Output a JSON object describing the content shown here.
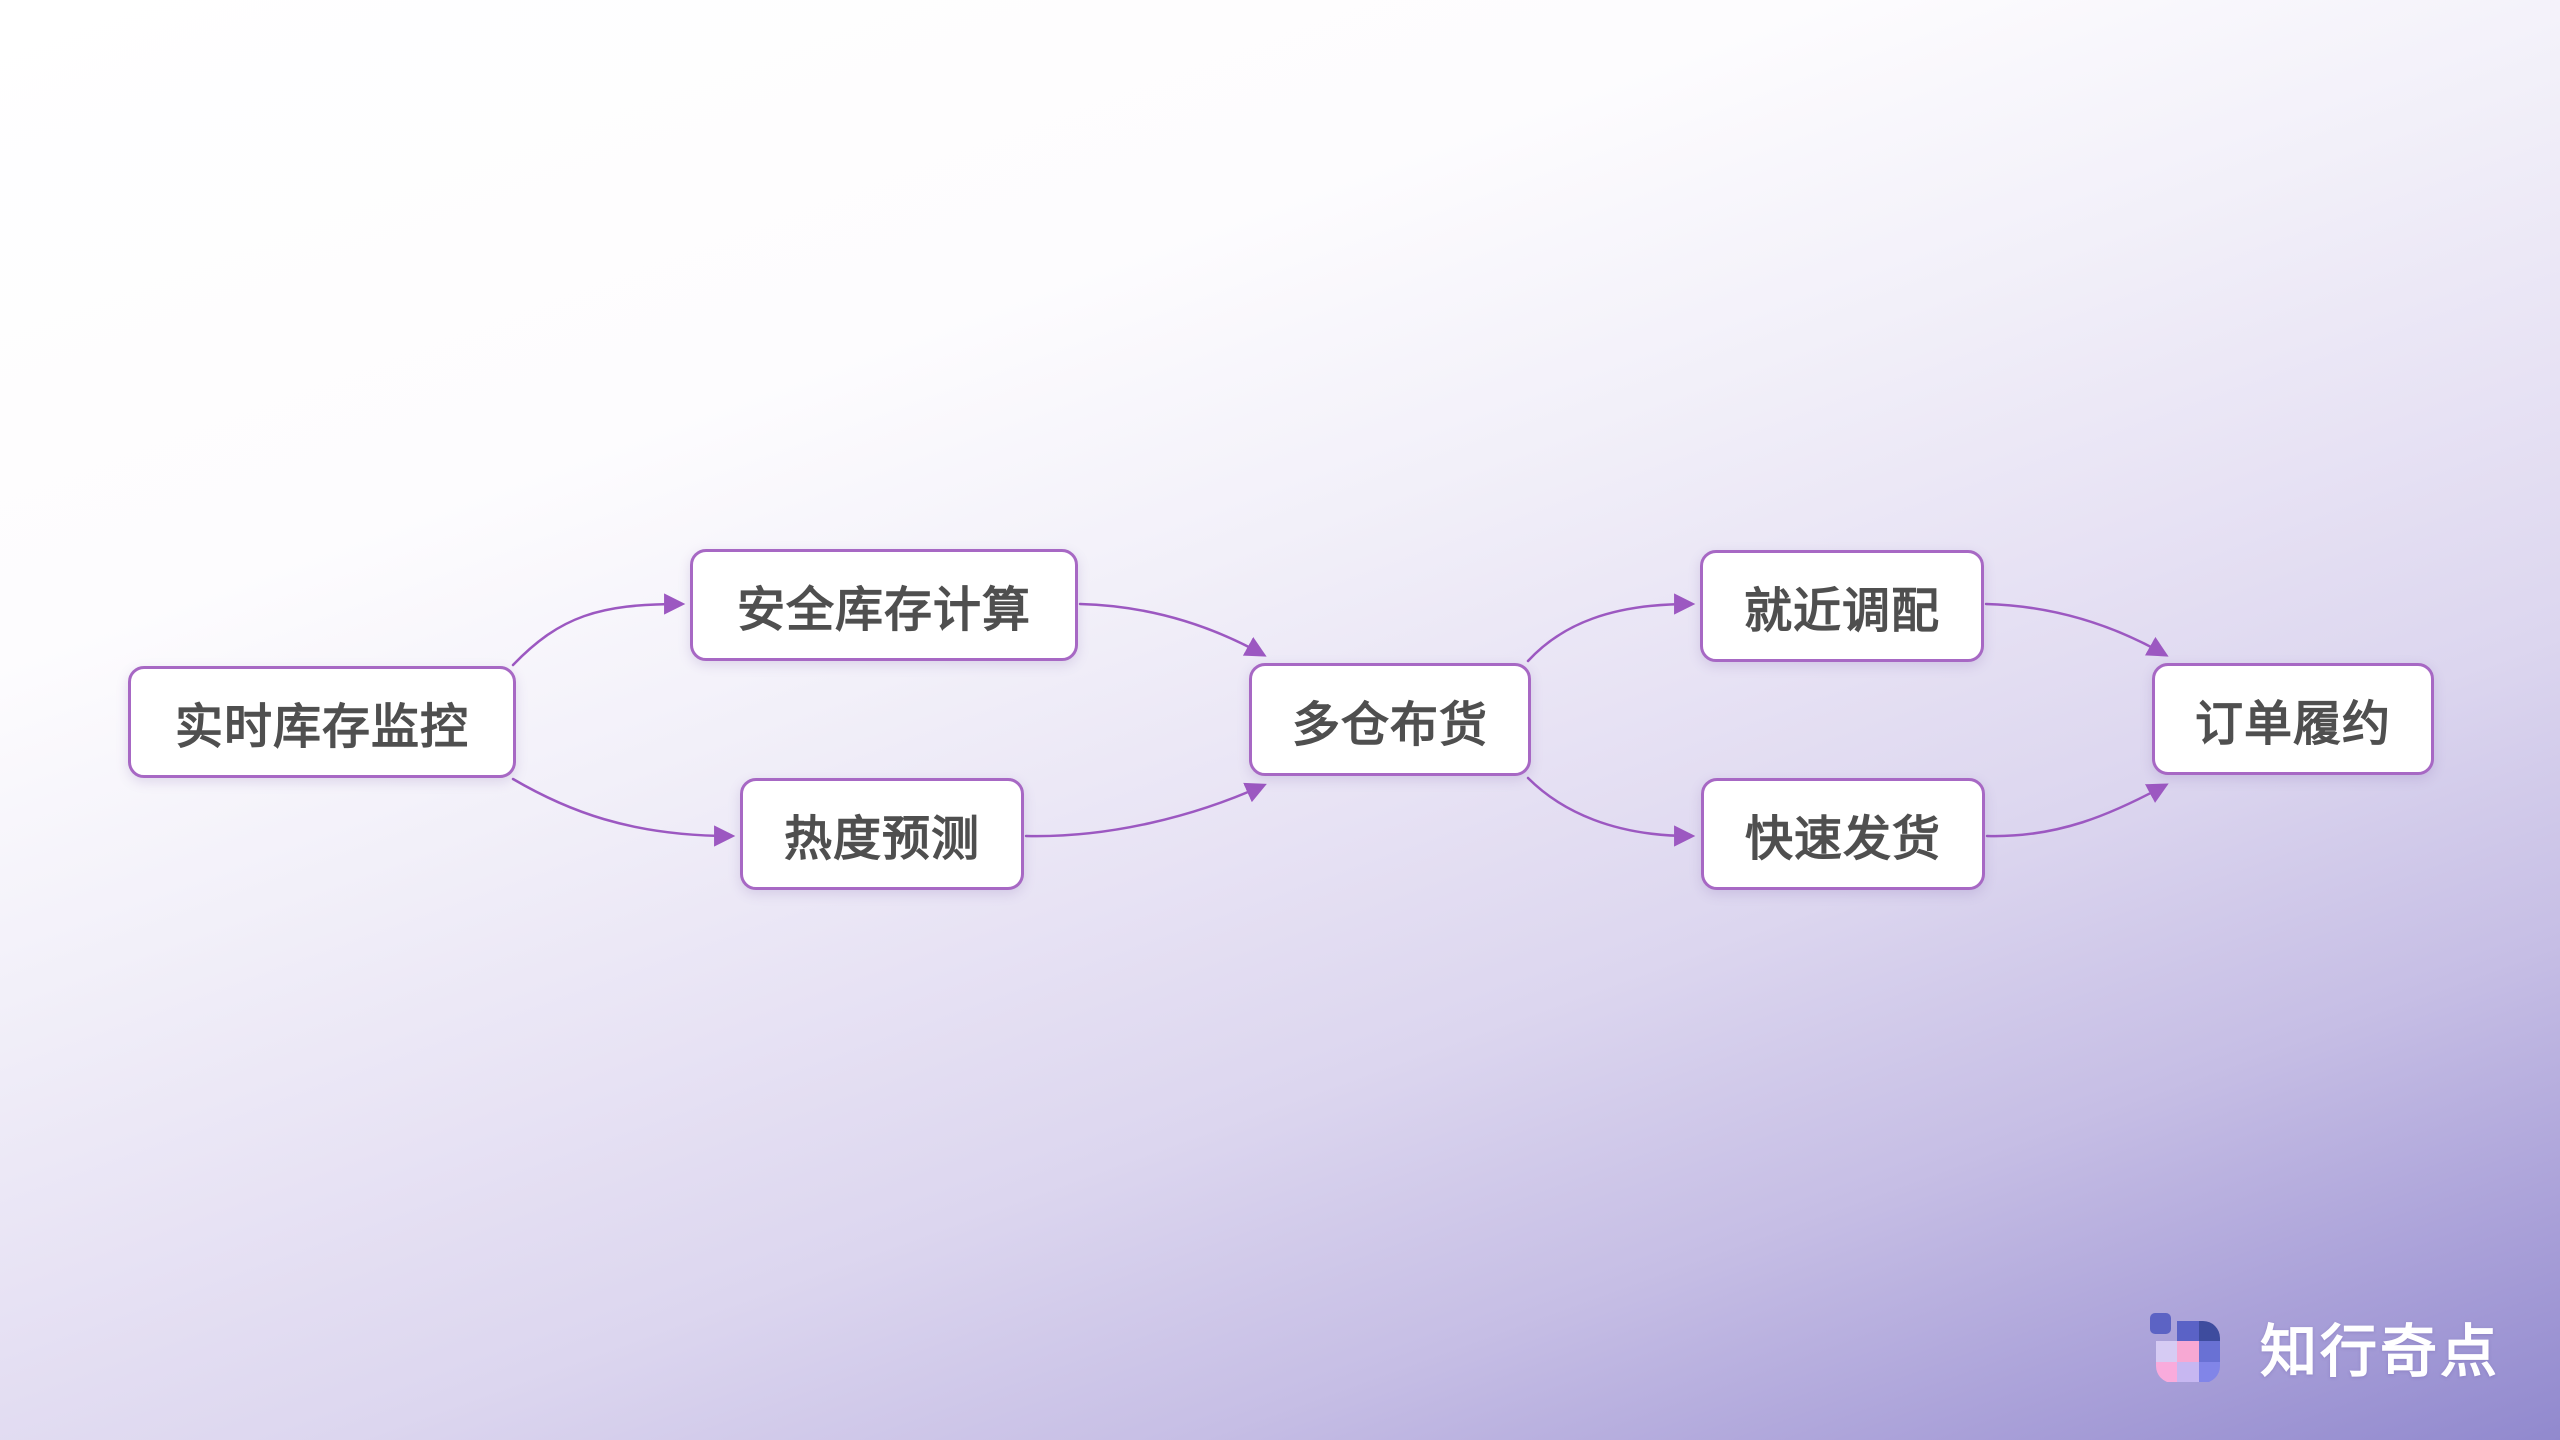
{
  "colors": {
    "node_border": "#a768c4",
    "edge": "#9c58c1",
    "node_text": "#4f4f4f",
    "node_bg": "#ffffff",
    "bg_top": "#ffffff",
    "bg_bottom": "#9189ce",
    "logo_text": "#ffffff"
  },
  "diagram": {
    "nodes": [
      {
        "id": "realtime-inventory-monitoring",
        "label": "实时库存监控"
      },
      {
        "id": "safety-stock-calculation",
        "label": "安全库存计算"
      },
      {
        "id": "demand-heat-forecast",
        "label": "热度预测"
      },
      {
        "id": "multi-warehouse-distribution",
        "label": "多仓布货"
      },
      {
        "id": "nearby-allocation",
        "label": "就近调配"
      },
      {
        "id": "fast-shipping",
        "label": "快速发货"
      },
      {
        "id": "order-fulfillment",
        "label": "订单履约"
      }
    ],
    "edges": [
      {
        "from": "实时库存监控",
        "to": "安全库存计算"
      },
      {
        "from": "实时库存监控",
        "to": "热度预测"
      },
      {
        "from": "安全库存计算",
        "to": "多仓布货"
      },
      {
        "from": "热度预测",
        "to": "多仓布货"
      },
      {
        "from": "多仓布货",
        "to": "就近调配"
      },
      {
        "from": "多仓布货",
        "to": "快速发货"
      },
      {
        "from": "就近调配",
        "to": "订单履约"
      },
      {
        "from": "快速发货",
        "to": "订单履约"
      }
    ]
  },
  "logo": {
    "text": "知行奇点",
    "icon": "pixel-mosaic-icon",
    "icon_colors": {
      "detached_square": "#5c63c4",
      "top_middle": "#5a62c6",
      "top_right": "#3e4c9e",
      "mid_left": "#d6cbf3",
      "mid_middle": "#f7a8d3",
      "mid_right": "#6971d4",
      "bottom_left": "#f9abdc",
      "bottom_middle": "#c7b7f1",
      "bottom_right": "#8185e8"
    }
  }
}
